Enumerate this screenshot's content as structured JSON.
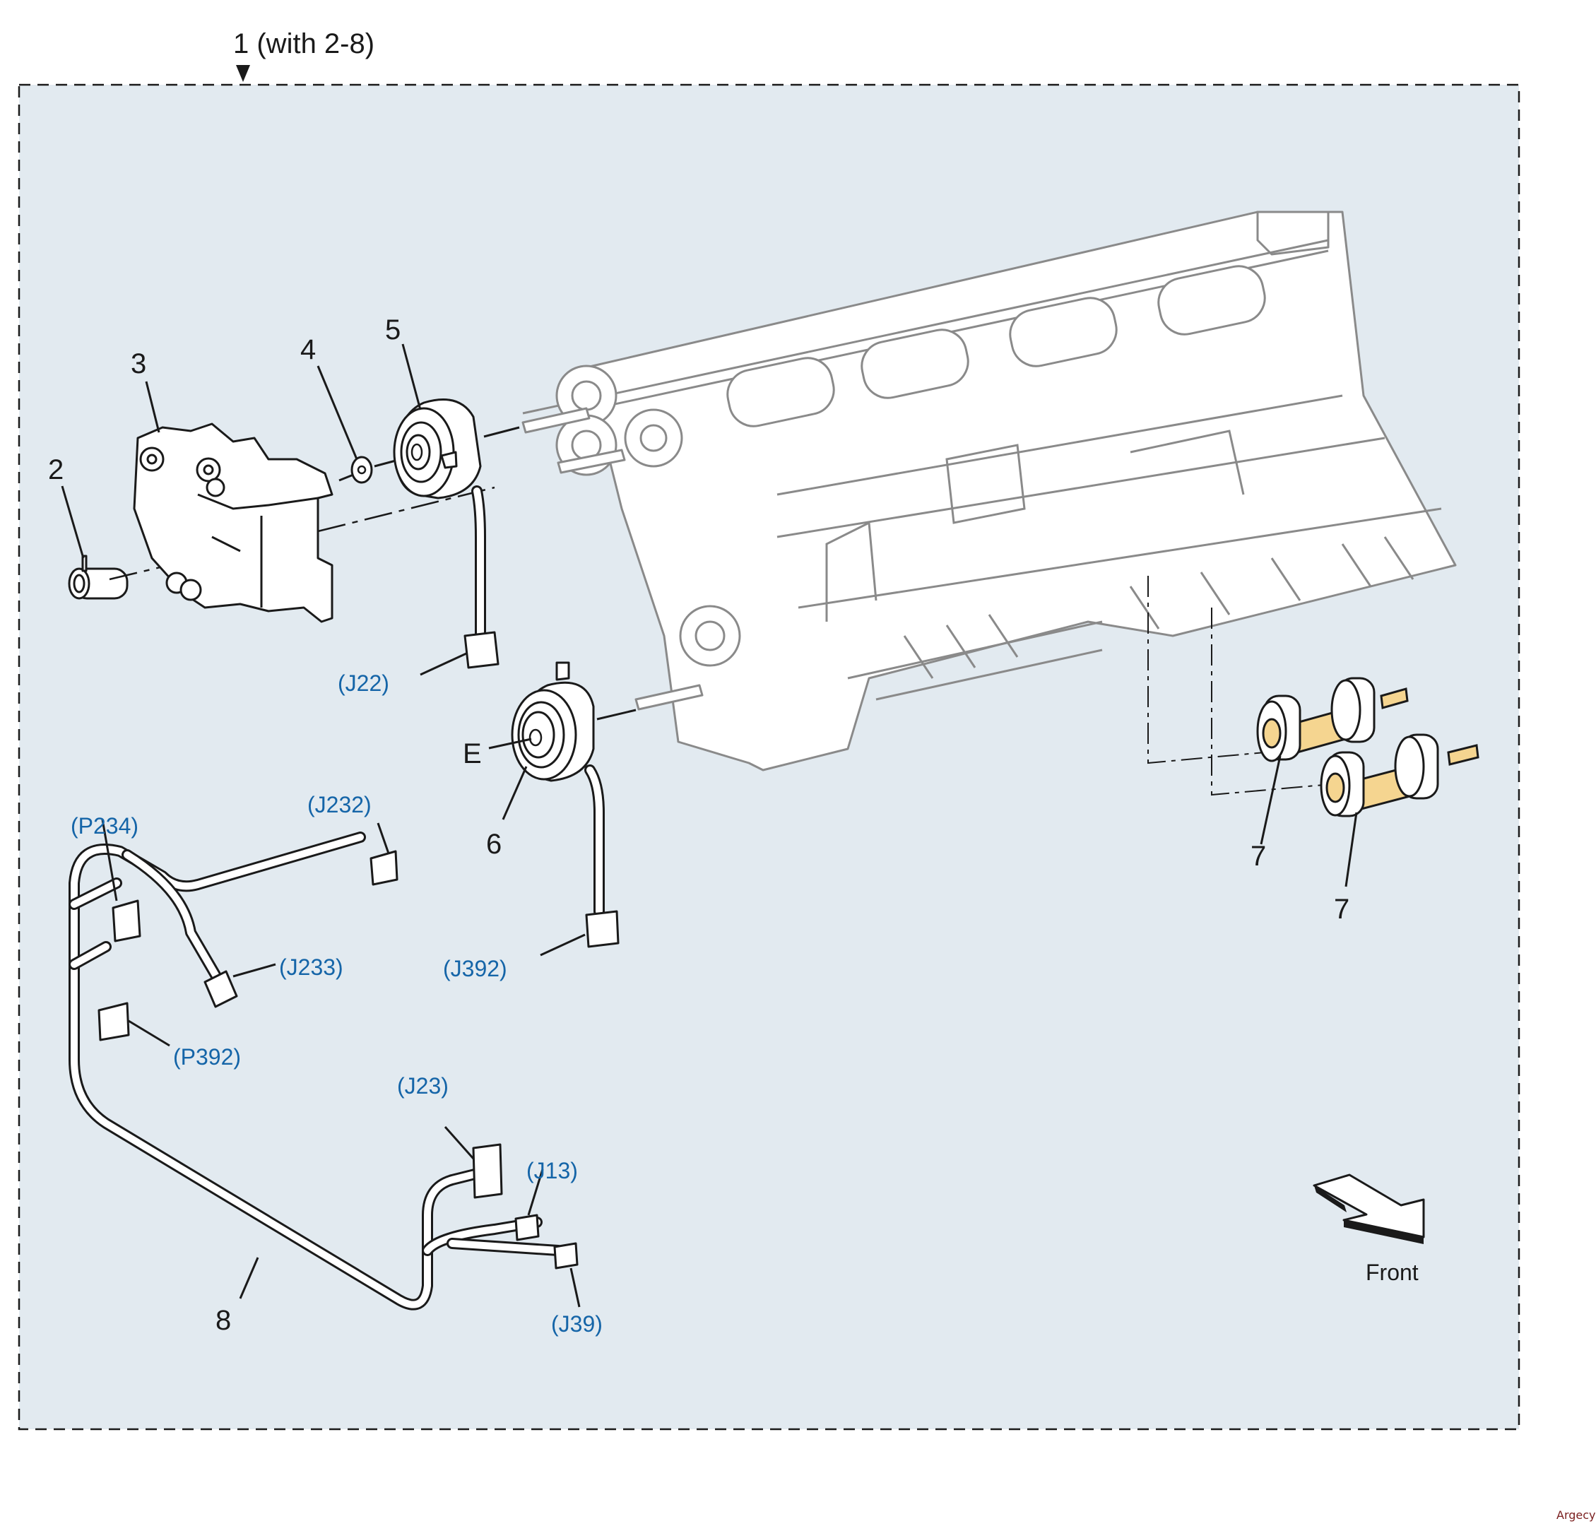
{
  "diagram": {
    "assembly_label": "1 (with 2-8)",
    "colors": {
      "panel_background": "#e2eaf0",
      "connector_label": "#1565a8",
      "callout_text": "#1a1a1a",
      "shaft_highlight": "#f5d590",
      "watermark": "#7a1f1f"
    },
    "callouts": [
      {
        "id": "2",
        "label": "2"
      },
      {
        "id": "3",
        "label": "3"
      },
      {
        "id": "4",
        "label": "4"
      },
      {
        "id": "5",
        "label": "5"
      },
      {
        "id": "6",
        "label": "6"
      },
      {
        "id": "7a",
        "label": "7"
      },
      {
        "id": "7b",
        "label": "7"
      },
      {
        "id": "8",
        "label": "8"
      },
      {
        "id": "E",
        "label": "E"
      }
    ],
    "connectors": [
      {
        "id": "J22",
        "label": "(J22)"
      },
      {
        "id": "J232",
        "label": "(J232)"
      },
      {
        "id": "P234",
        "label": "(P234)"
      },
      {
        "id": "J233",
        "label": "(J233)"
      },
      {
        "id": "J392",
        "label": "(J392)"
      },
      {
        "id": "P392",
        "label": "(P392)"
      },
      {
        "id": "J23",
        "label": "(J23)"
      },
      {
        "id": "J13",
        "label": "(J13)"
      },
      {
        "id": "J39",
        "label": "(J39)"
      }
    ],
    "orientation": {
      "icon": "front-arrow-icon",
      "label": "Front"
    },
    "watermark": "Argecy"
  }
}
